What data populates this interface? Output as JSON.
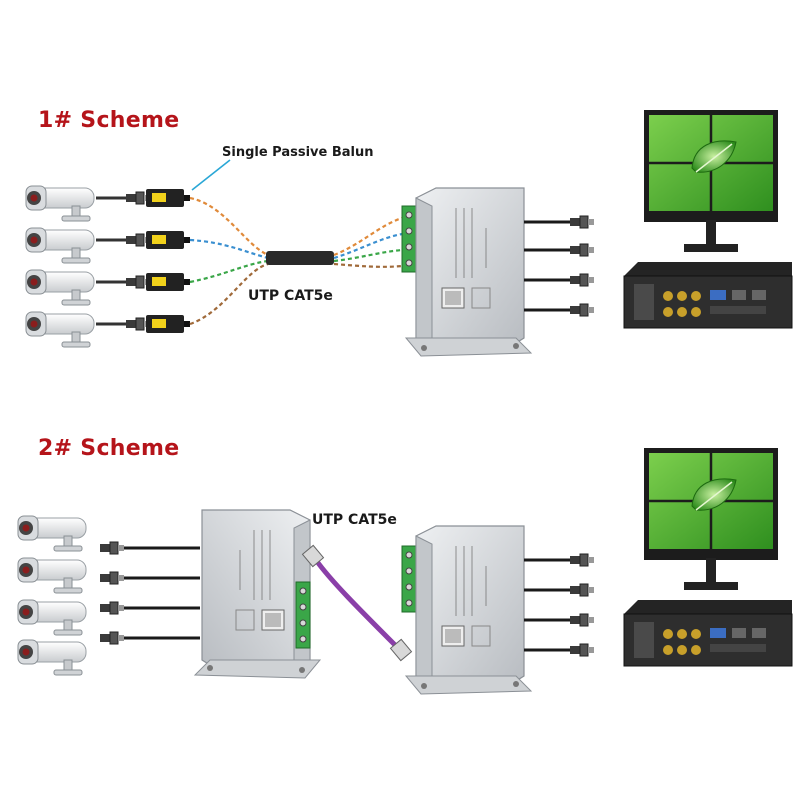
{
  "scheme1": {
    "title": "1# Scheme",
    "balun_label": "Single Passive Balun",
    "cable_label": "UTP CAT5e"
  },
  "scheme2": {
    "title": "2# Scheme",
    "cable_label": "UTP CAT5e"
  },
  "colors": {
    "title_red": "#b5141a",
    "pointer_cyan": "#2aa7d6",
    "patch_cable_purple": "#8a3fa8",
    "hub_silver": "#d6d9dc",
    "terminal_green": "#3aa648",
    "screen_green": "#4caf2e"
  },
  "icons": [
    "camera-icon",
    "balun-icon",
    "video-balun-hub-icon",
    "dvr-recorder-icon",
    "monitor-icon",
    "rj45-plug-icon"
  ]
}
